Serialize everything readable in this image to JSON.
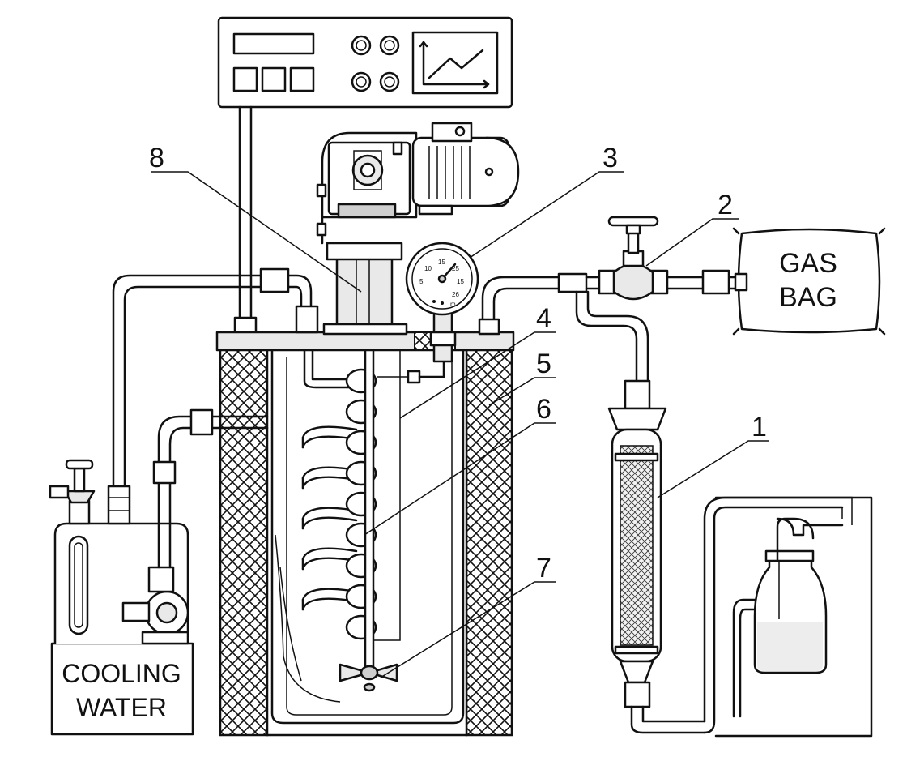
{
  "labels": {
    "l1": "1",
    "l2": "2",
    "l3": "3",
    "l4": "4",
    "l5": "5",
    "l6": "6",
    "l7": "7",
    "l8": "8"
  },
  "gas_bag": {
    "line1": "GAS",
    "line2": "BAG"
  },
  "cooling_water": {
    "line1": "COOLING",
    "line2": "WATER"
  },
  "gauge": {
    "ticks": [
      "5",
      "10",
      "15",
      "25",
      "15",
      "26"
    ],
    "unit": "m"
  },
  "colors": {
    "ink": "#111111",
    "paper": "#ffffff",
    "shade": "#e9e9e9"
  },
  "icons": {
    "control_panel": "control-panel-icon",
    "motor": "electric-motor-icon",
    "gearbox": "gearbox-icon",
    "gauge": "pressure-gauge-icon",
    "valve": "needle-valve-icon",
    "pump": "centrifugal-pump-icon",
    "column": "packed-column-icon",
    "bottle": "wash-bottle-icon",
    "impeller": "impeller-icon"
  }
}
